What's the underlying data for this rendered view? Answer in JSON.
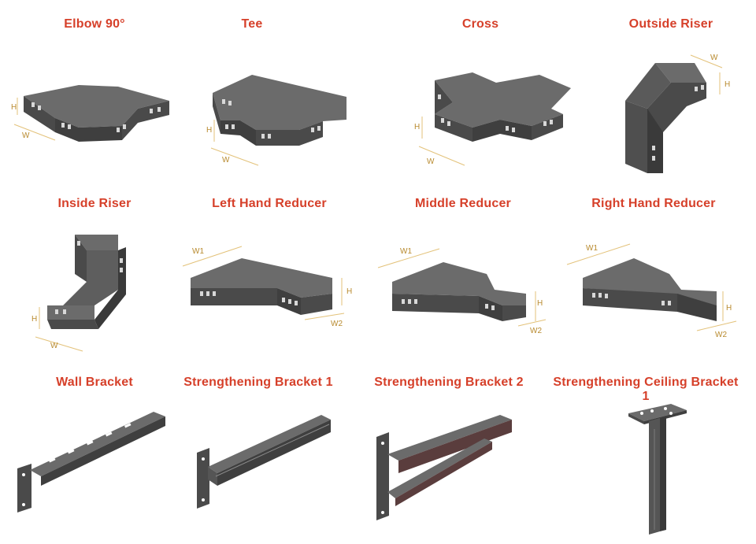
{
  "colors": {
    "title": "#d6402a",
    "metal_top": "#6b6b6b",
    "metal_side": "#4a4a4a",
    "metal_dark": "#3a3a3a",
    "slot": "#d8d8d8",
    "dimension": "#e3c27a",
    "bracket_accent": "#5a3d3d"
  },
  "products": [
    {
      "title": "Elbow 90°",
      "icon": "elbow-90-tray",
      "dims": [
        "H",
        "W"
      ]
    },
    {
      "title": "Tee",
      "icon": "tee-tray",
      "dims": [
        "H",
        "W"
      ]
    },
    {
      "title": "Cross",
      "icon": "cross-tray",
      "dims": [
        "H",
        "W"
      ]
    },
    {
      "title": "Outside Riser",
      "icon": "outside-riser-tray",
      "dims": [
        "W",
        "H"
      ]
    },
    {
      "title": "Inside Riser",
      "icon": "inside-riser-tray",
      "dims": [
        "H",
        "W"
      ]
    },
    {
      "title": "Left Hand Reducer",
      "icon": "left-hand-reducer-tray",
      "dims": [
        "W1",
        "H",
        "W2"
      ]
    },
    {
      "title": "Middle Reducer",
      "icon": "middle-reducer-tray",
      "dims": [
        "W1",
        "H",
        "W2"
      ]
    },
    {
      "title": "Right Hand Reducer",
      "icon": "right-hand-reducer-tray",
      "dims": [
        "W1",
        "H",
        "W2"
      ]
    },
    {
      "title": "Wall Bracket",
      "icon": "wall-bracket",
      "dims": []
    },
    {
      "title": "Strengthening Bracket 1",
      "icon": "strengthening-bracket-1",
      "dims": []
    },
    {
      "title": "Strengthening Bracket 2",
      "icon": "strengthening-bracket-2",
      "dims": []
    },
    {
      "title": "Strengthening Ceiling Bracket 1",
      "icon": "strengthening-ceiling-bracket-1",
      "dims": []
    }
  ]
}
